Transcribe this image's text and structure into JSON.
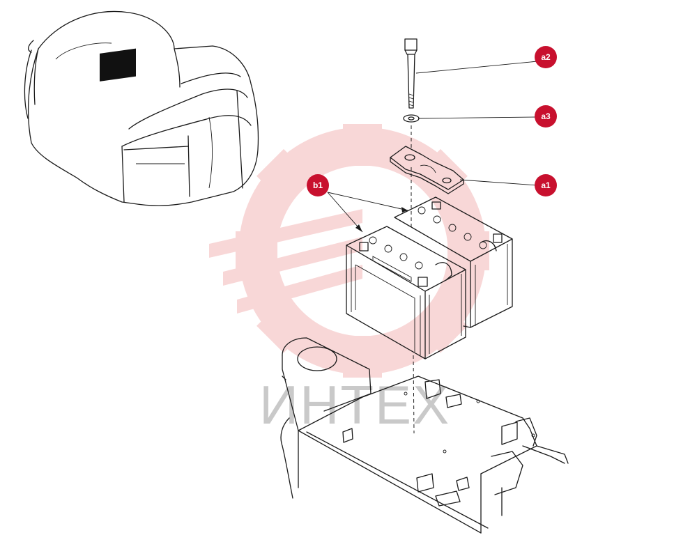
{
  "watermark": {
    "text": "ИНТЕХ",
    "gear_color": "#f4b8b8",
    "text_color": "#c9c9c9"
  },
  "accent_color": "#c8102e",
  "callouts": [
    {
      "id": "a2",
      "label": "a2"
    },
    {
      "id": "a3",
      "label": "a3"
    },
    {
      "id": "a1",
      "label": "a1"
    },
    {
      "id": "b1",
      "label": "b1"
    }
  ],
  "parts": [
    {
      "callout": "a1",
      "part": "hold-down-bracket"
    },
    {
      "callout": "a2",
      "part": "bolt"
    },
    {
      "callout": "a3",
      "part": "washer"
    },
    {
      "callout": "b1",
      "part": "battery"
    }
  ]
}
